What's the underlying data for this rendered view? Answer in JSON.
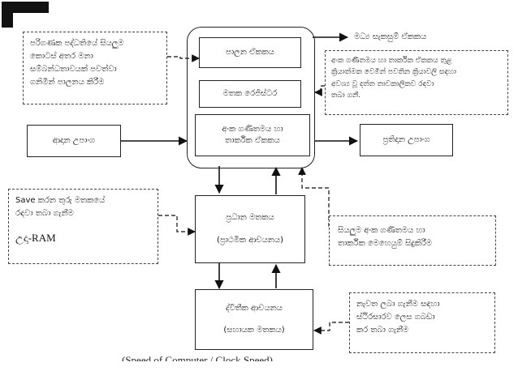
{
  "nodes": {
    "control_unit": "පාලන ඒකකය",
    "memory_register": "මතක රෙජිස්ටර",
    "alu": [
      "අංක ගණිතමය හා",
      "තාර්කික ඒකකය"
    ],
    "input_device": "ආදාන උපාංග",
    "output_device": "ප්‍රතිදාන උපාංග",
    "cpu_label": "මධ්‍ය සැකසුම් ඒකකය",
    "primary_memory": [
      "ප්‍රධාන මතකය",
      "(ප්‍රාථමික ආචයනය)"
    ],
    "secondary_storage": [
      "ද්විතීක ආචයනය",
      "(සහායක මතකය)"
    ]
  },
  "notes": {
    "control_note": [
      "පරිගණක පද්ධතියේ සියලුම",
      "කොටස් අතර මනා",
      "සම්බන්ධතාවයක් පවත්වා",
      "ගනිමින් පාලනය කිරීම"
    ],
    "register_note": [
      "අංක ගණිතමය හා තාර්කික ඒකකය තුළ",
      "ක්‍රියාත්මක වෙමින් පවතින ක්‍රියාවලි සඳහා",
      "අවශ්‍ය වූ දත්ත තාවකාලිකව රඳවා",
      "තබා ගනී."
    ],
    "ram_note": [
      "Save කරන තුරු මතකයේ",
      "රඳවා තබා ගැනීම",
      "උදා-RAM"
    ],
    "alu_note": [
      "සියලුම අංක ගණිතමය හා",
      "තාර්කික මෙහෙයුම් සිදුකිරීම"
    ],
    "storage_note": [
      "නැවත ලබා ගැනීම සඳහා",
      "ස්ථිරසාරව ලෙස ගබඩා",
      "කර තබා ගැනීම"
    ]
  },
  "cut_text": "(Speed of Computer / Clock Speed)"
}
